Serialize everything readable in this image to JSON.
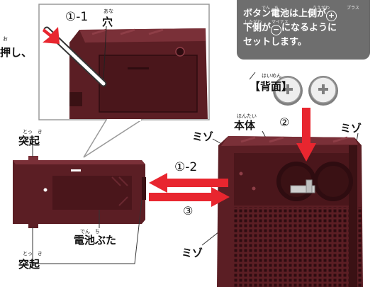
{
  "instruction": {
    "line1": "ボタン電池は上側が",
    "line1_after": "",
    "line2": "下側が",
    "line2_after": "になるように",
    "line3": "セットします。",
    "ruby_den": "でん　ち",
    "ruby_uegawa": "うえがわ",
    "ruby_plus": "プラス",
    "ruby_shita": "したがわ",
    "ruby_minus": "マイナス",
    "plus_symbol": "+",
    "minus_symbol": "−"
  },
  "left_text": {
    "push": "押し、",
    "ruby": "お"
  },
  "zoom": {
    "step": "①-1",
    "hole": "穴",
    "hole_ruby": "あな"
  },
  "back_label": {
    "text": "【背面】",
    "ruby": "はいめん"
  },
  "body_label": {
    "text": "本体",
    "ruby": "ほんたい"
  },
  "grooves": {
    "top_left": "ミゾ",
    "top_right": "ミゾ",
    "bottom": "ミゾ"
  },
  "steps": {
    "two": "②",
    "one_two": "①-2",
    "three": "③"
  },
  "cover": {
    "protrusion_top": "突起",
    "protrusion_top_ruby": "とっ　き",
    "protrusion_bottom": "突起",
    "protrusion_bottom_ruby": "とっ　き",
    "label": "電池ぶた",
    "label_ruby": "でん　ち"
  },
  "colors": {
    "device": "#5b1e24",
    "device_dark": "#3a1114",
    "device_light": "#7a3038",
    "arrow": "#e8262f",
    "note_bg": "#6e6e6e"
  }
}
